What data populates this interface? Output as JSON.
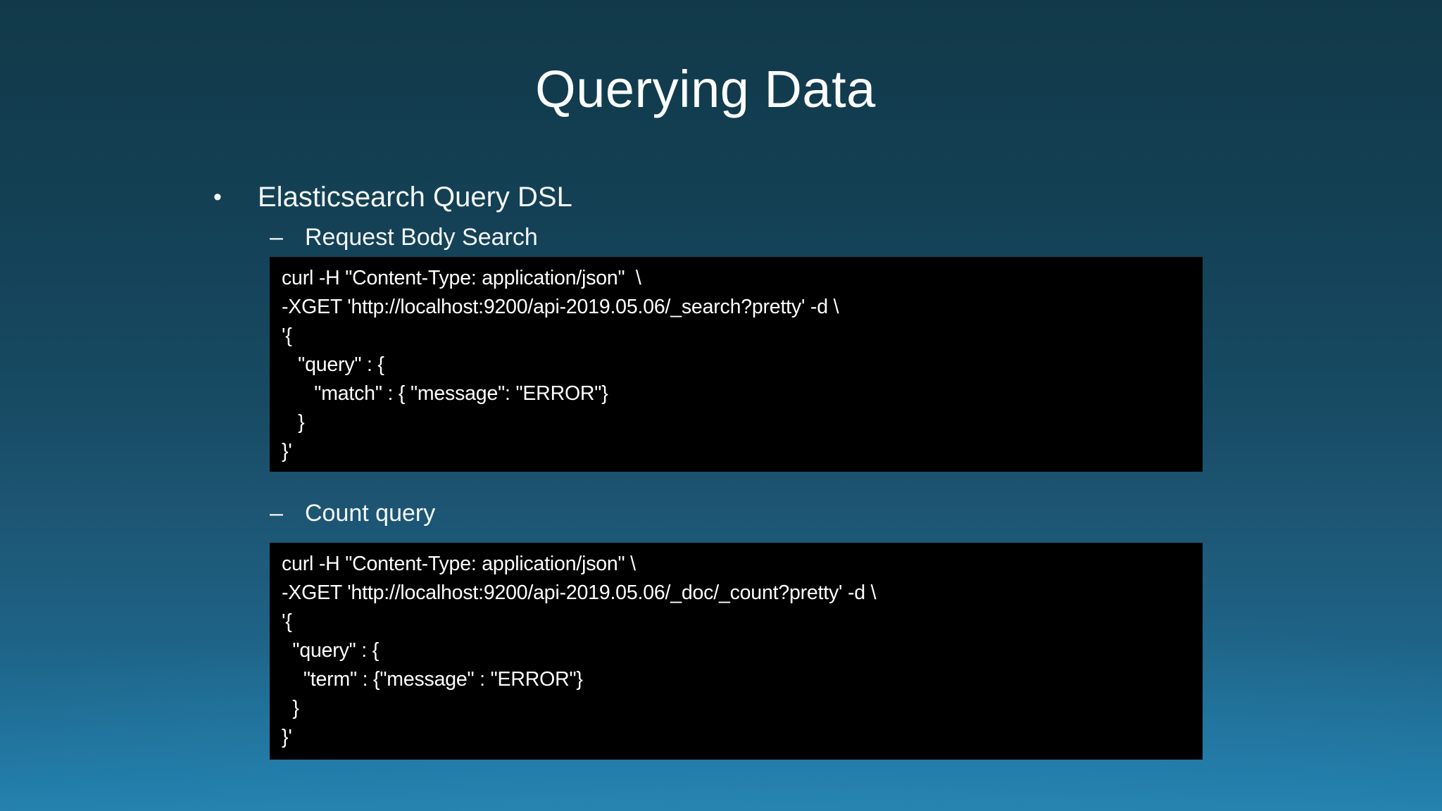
{
  "slide": {
    "title": "Querying Data",
    "bullet_marker": "•",
    "dash_marker": "–",
    "bullet": "Elasticsearch Query DSL",
    "sections": [
      {
        "label": "Request Body Search",
        "code_lines": [
          "curl -H \"Content-Type: application/json\"  \\",
          "-XGET 'http://localhost:9200/api-2019.05.06/_search?pretty' -d \\",
          "'{",
          "   \"query\" : {",
          "      \"match\" : { \"message\": \"ERROR\"}",
          "   }",
          "}'"
        ]
      },
      {
        "label": "Count query",
        "code_lines": [
          "curl -H \"Content-Type: application/json\" \\",
          "-XGET 'http://localhost:9200/api-2019.05.06/_doc/_count?pretty' -d \\",
          "'{",
          "  \"query\" : {",
          "    \"term\" : {\"message\" : \"ERROR\"}",
          "  }",
          "}'"
        ]
      }
    ],
    "colors": {
      "background_top": "#113949",
      "background_bottom": "#2480ac",
      "code_background": "#000000",
      "text": "#ffffff"
    }
  }
}
